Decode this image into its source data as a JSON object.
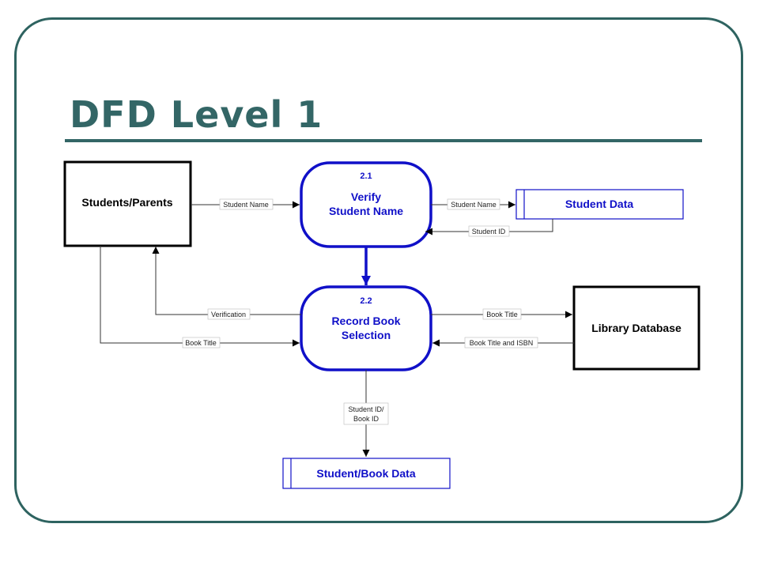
{
  "title": "DFD Level 1",
  "entities": {
    "students_parents": "Students/Parents",
    "library_database": "Library Database"
  },
  "processes": {
    "verify": {
      "number": "2.1",
      "line1": "Verify",
      "line2": "Student Name"
    },
    "record": {
      "number": "2.2",
      "line1": "Record Book",
      "line2": "Selection"
    }
  },
  "stores": {
    "student_data": "Student Data",
    "student_book_data": "Student/Book Data"
  },
  "flows": {
    "student_name_in": "Student Name",
    "student_name_out": "Student Name",
    "student_id": "Student ID",
    "verification": "Verification",
    "book_title_in": "Book Title",
    "book_title_out": "Book Title",
    "book_title_isbn": "Book Title and ISBN",
    "student_book_id_line1": "Student ID/",
    "student_book_id_line2": "Book ID"
  },
  "colors": {
    "frame": "#2e6360",
    "title": "#336666",
    "process": "#1010c8",
    "store": "#1010c8"
  }
}
